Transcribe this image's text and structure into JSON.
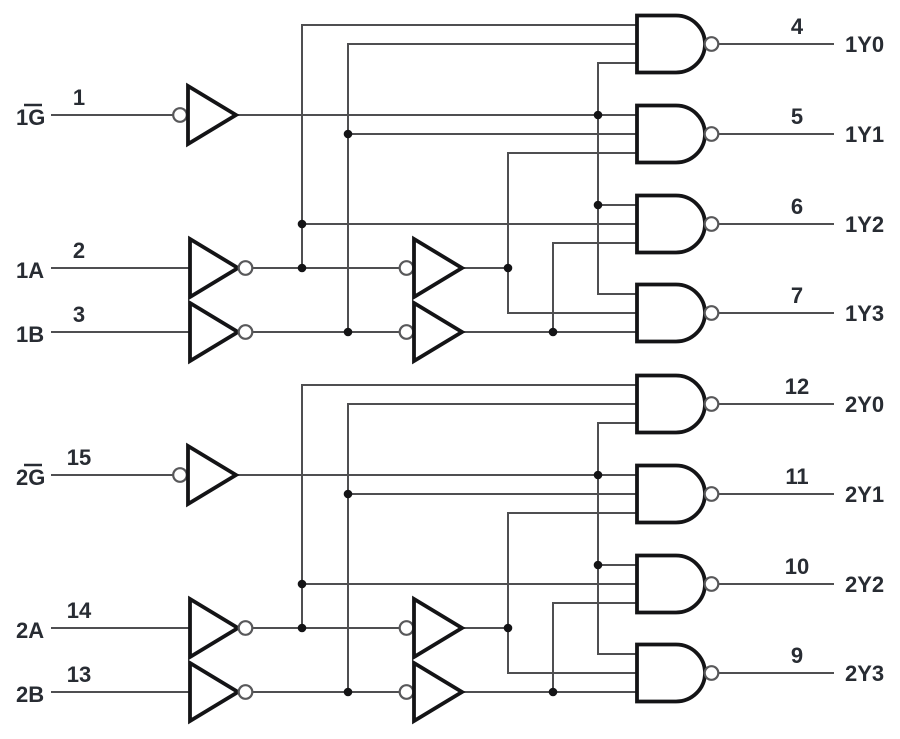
{
  "colors": {
    "background": "#ffffff",
    "wire": "#4f4f51",
    "gate_outline": "#141416",
    "junction_dot": "#141416",
    "bubble_outline": "#58585a",
    "label_text": "#282c33"
  },
  "decoders": [
    {
      "inputs": [
        {
          "label": "1G",
          "overbar": true,
          "pin": "1"
        },
        {
          "label": "1A",
          "overbar": false,
          "pin": "2"
        },
        {
          "label": "1B",
          "overbar": false,
          "pin": "3"
        }
      ],
      "outputs": [
        {
          "label": "1Y0",
          "pin": "4"
        },
        {
          "label": "1Y1",
          "pin": "5"
        },
        {
          "label": "1Y2",
          "pin": "6"
        },
        {
          "label": "1Y3",
          "pin": "7"
        }
      ]
    },
    {
      "inputs": [
        {
          "label": "2G",
          "overbar": true,
          "pin": "15"
        },
        {
          "label": "2A",
          "overbar": false,
          "pin": "14"
        },
        {
          "label": "2B",
          "overbar": false,
          "pin": "13"
        }
      ],
      "outputs": [
        {
          "label": "2Y0",
          "pin": "12"
        },
        {
          "label": "2Y1",
          "pin": "11"
        },
        {
          "label": "2Y2",
          "pin": "10"
        },
        {
          "label": "2Y3",
          "pin": "9"
        }
      ]
    }
  ]
}
